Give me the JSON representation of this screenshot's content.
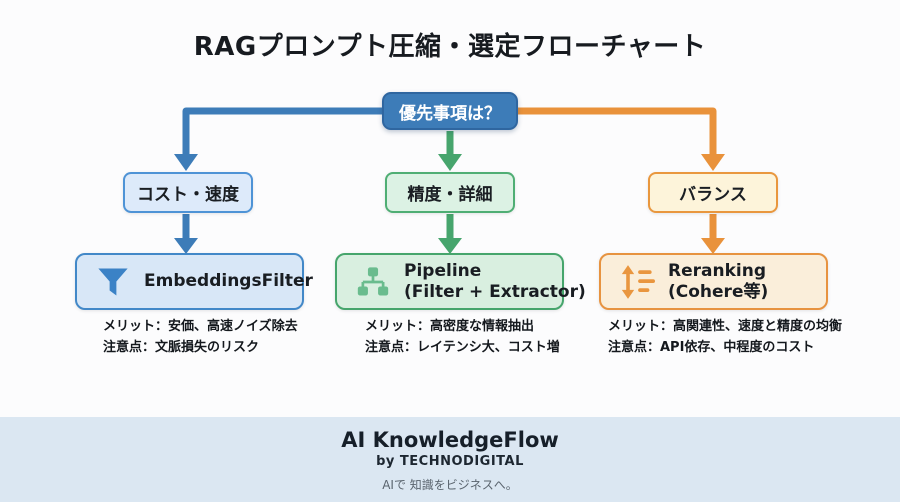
{
  "title": "RAGプロンプト圧縮・選定フローチャート",
  "decision": {
    "label": "優先事項は？"
  },
  "branches": [
    {
      "id": "cost-speed",
      "condition": "コスト・速度",
      "solution": "EmbeddingsFilter",
      "solution_sub": "",
      "icon": "funnel-icon",
      "merit": "メリット：安価、高速ノイズ除去",
      "caution": "注意点：文脈損失のリスク"
    },
    {
      "id": "precision-detail",
      "condition": "精度・詳細",
      "solution": "Pipeline",
      "solution_sub": "(Filter + Extractor)",
      "icon": "sitemap-icon",
      "merit": "メリット：高密度な情報抽出",
      "caution": "注意点：レイテンシ大、コスト増"
    },
    {
      "id": "balance",
      "condition": "バランス",
      "solution": "Reranking",
      "solution_sub": "(Cohere等)",
      "icon": "sort-icon",
      "merit": "メリット：高関連性、速度と精度の均衡",
      "caution": "注意点：API依存、中程度のコスト"
    }
  ],
  "footer": {
    "brand": "AI KnowledgeFlow",
    "byline": "by TECHNODIGITAL",
    "tagline": "AIで 知識をビジネスへ。"
  },
  "colors": {
    "blue": "#3d7cb8",
    "green": "#47a56d",
    "orange": "#e9923b",
    "icon_blue": "#3b82c6",
    "icon_green": "#6abc8e",
    "icon_orange": "#e9963f",
    "footer_bg": "#dbe7f2"
  }
}
